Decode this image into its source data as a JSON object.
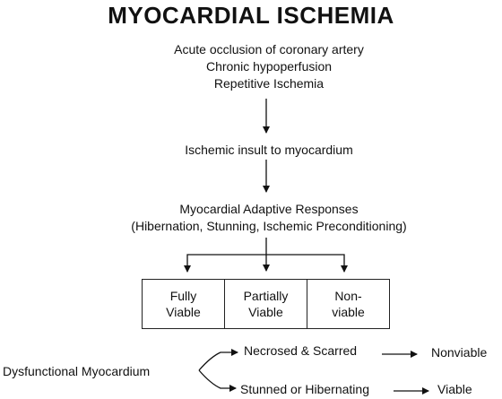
{
  "title": "MYOCARDIAL ISCHEMIA",
  "causes": [
    "Acute occlusion of coronary artery",
    "Chronic hypoperfusion",
    "Repetitive Ischemia"
  ],
  "insult": "Ischemic insult to myocardium",
  "adaptive": {
    "line1": "Myocardial Adaptive Responses",
    "line2": "(Hibernation, Stunning, Ischemic Preconditioning)"
  },
  "viability": [
    {
      "line1": "Fully",
      "line2": "Viable"
    },
    {
      "line1": "Partially",
      "line2": "Viable"
    },
    {
      "line1": "Non-",
      "line2": "viable"
    }
  ],
  "dysfunctional": {
    "label": "Dysfunctional Myocardium",
    "upper": {
      "state": "Necrosed & Scarred",
      "outcome": "Nonviable"
    },
    "lower": {
      "state": "Stunned or Hibernating",
      "outcome": "Viable"
    }
  }
}
